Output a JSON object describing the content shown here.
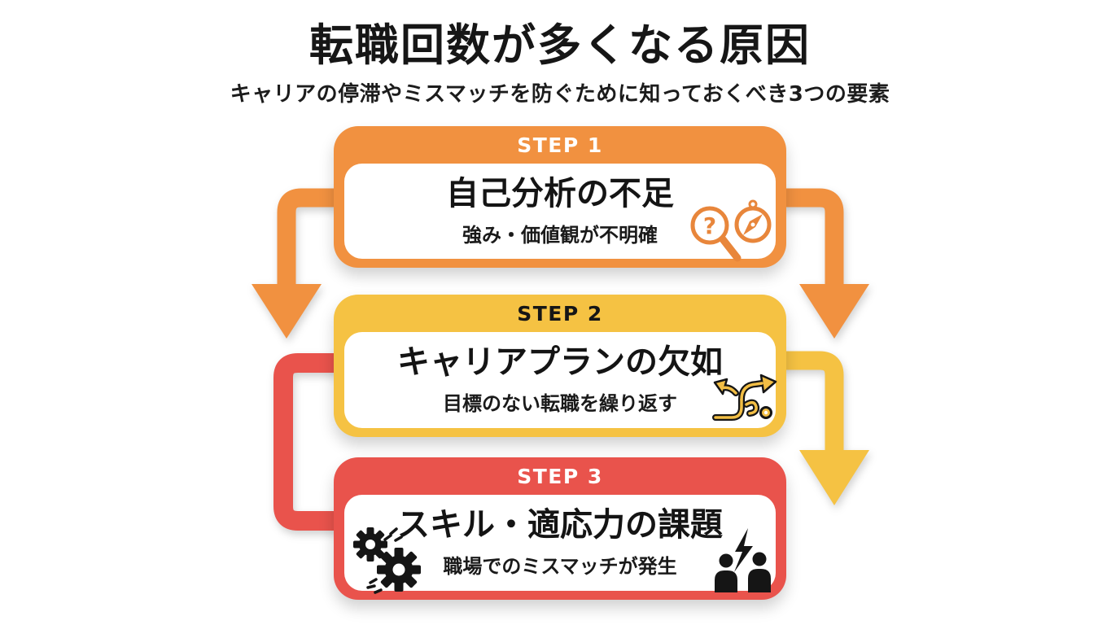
{
  "page": {
    "title": "転職回数が多くなる原因",
    "subtitle": "キャリアの停滞やミスマッチを防ぐために知っておくべき3つの要素",
    "background": "#ffffff"
  },
  "colors": {
    "step1_orange": "#F19140",
    "step2_yellow": "#F5C243",
    "step3_red": "#E9534C",
    "icon_orange": "#E8863B",
    "icon_yellow": "#F2BE45",
    "icon_black": "#151515",
    "text_dark": "#161616",
    "card_inner": "#FFFFFF"
  },
  "steps": [
    {
      "label": "STEP 1",
      "heading": "自己分析の不足",
      "description": "強み・価値観が不明確",
      "color": "#F19140",
      "icons": [
        "magnifier-question-icon",
        "compass-icon"
      ]
    },
    {
      "label": "STEP 2",
      "heading": "キャリアプランの欠如",
      "description": "目標のない転職を繰り返す",
      "color": "#F5C243",
      "icons": [
        "tangled-arrows-icon"
      ]
    },
    {
      "label": "STEP 3",
      "heading": "スキル・適応力の課題",
      "description": "職場でのミスマッチが発生",
      "color": "#E9534C",
      "icons": [
        "gears-icon",
        "people-conflict-icon"
      ]
    }
  ],
  "connectors": [
    {
      "name": "step1-to-step2-left",
      "type": "arrow",
      "color": "#F19140"
    },
    {
      "name": "step1-to-step2-right",
      "type": "arrow",
      "color": "#F19140"
    },
    {
      "name": "step2-to-step3-left",
      "type": "elbow",
      "color": "#E9534C"
    },
    {
      "name": "step2-to-step3-right",
      "type": "arrow",
      "color": "#F5C243"
    }
  ],
  "icons": {
    "magnifier_question": "?"
  }
}
